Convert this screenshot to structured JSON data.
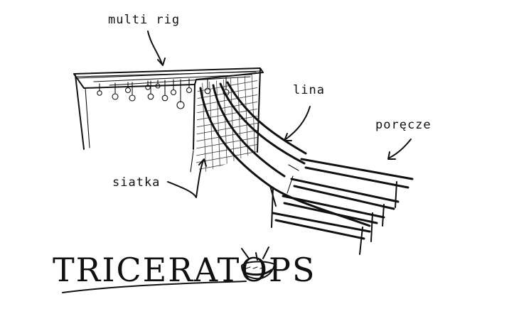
{
  "labels": {
    "multi_rig": "multi rig",
    "lina": "lina",
    "poręcze": "poręcze",
    "siatka": "siatka"
  },
  "title": {
    "text": "TRICERATOPS"
  },
  "colors": {
    "ink": "#111111",
    "paper": "#ffffff"
  }
}
